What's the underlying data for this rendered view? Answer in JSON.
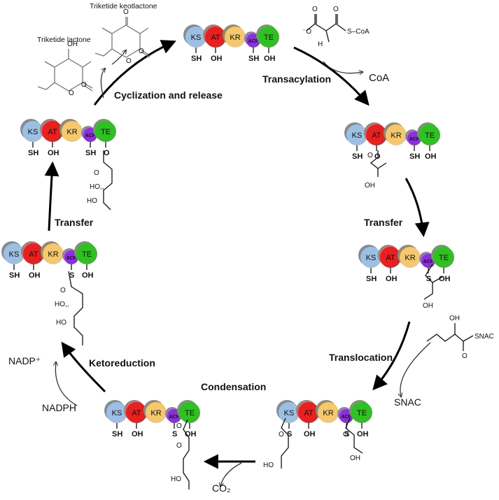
{
  "labels": {
    "triketide_keotlactone": "Triketide keotlactone",
    "triketide_lactone": "Triketide lactone",
    "coa_thioester": "S–CoA",
    "coa": "CoA",
    "snac_ester": "SNAC",
    "snac": "SNAC",
    "nadp": "NADP⁺",
    "nadph": "NADPH",
    "co2": "CO₂"
  },
  "steps": {
    "transacylation": "Transacylation",
    "transfer_right": "Transfer",
    "translocation": "Translocation",
    "condensation": "Condensation",
    "ketoreduction": "Ketoreduction",
    "transfer_left": "Transfer",
    "cyclization": "Cyclization and release"
  },
  "domains": [
    {
      "label": "KS",
      "color": "#9dbfe3"
    },
    {
      "label": "AT",
      "color": "#e8201f"
    },
    {
      "label": "KR",
      "color": "#f6c86d"
    },
    {
      "label": "ACP",
      "color": "#8d2ee0"
    },
    {
      "label": "TE",
      "color": "#2fc022"
    }
  ],
  "groups": {
    "sh": "SH",
    "oh": "OH",
    "s": "S",
    "o": "O",
    "ho": "HO",
    "hoi": "HO,,"
  }
}
